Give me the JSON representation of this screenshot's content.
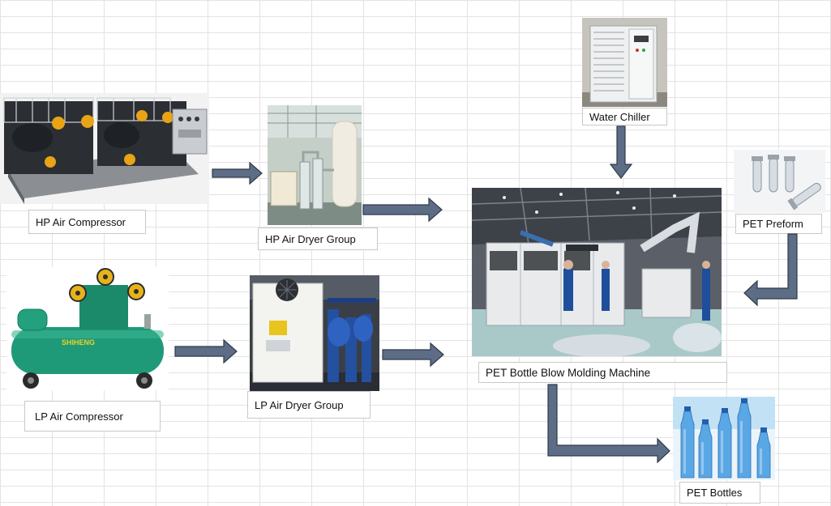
{
  "labels": {
    "hp_compressor": "HP Air Compressor",
    "hp_dryer": "HP Air Dryer Group",
    "lp_compressor": "LP Air Compressor",
    "lp_dryer": "LP Air Dryer Group",
    "water_chiller": "Water Chiller",
    "pet_preform": "PET Preform",
    "blow_molding": "PET Bottle Blow Molding Machine",
    "pet_bottles": "PET Bottles"
  },
  "compressor_brand": "SHIHENG",
  "colors": {
    "arrow_fill": "#5c6d85",
    "arrow_stroke": "#2f3b4d",
    "label_border": "#c9c9c9",
    "compressor_green": "#1f9a78",
    "compressor_yellow": "#e8b21a",
    "factory_floor": "#a9c9c9",
    "bottle_blue": "#5aa7e6"
  }
}
